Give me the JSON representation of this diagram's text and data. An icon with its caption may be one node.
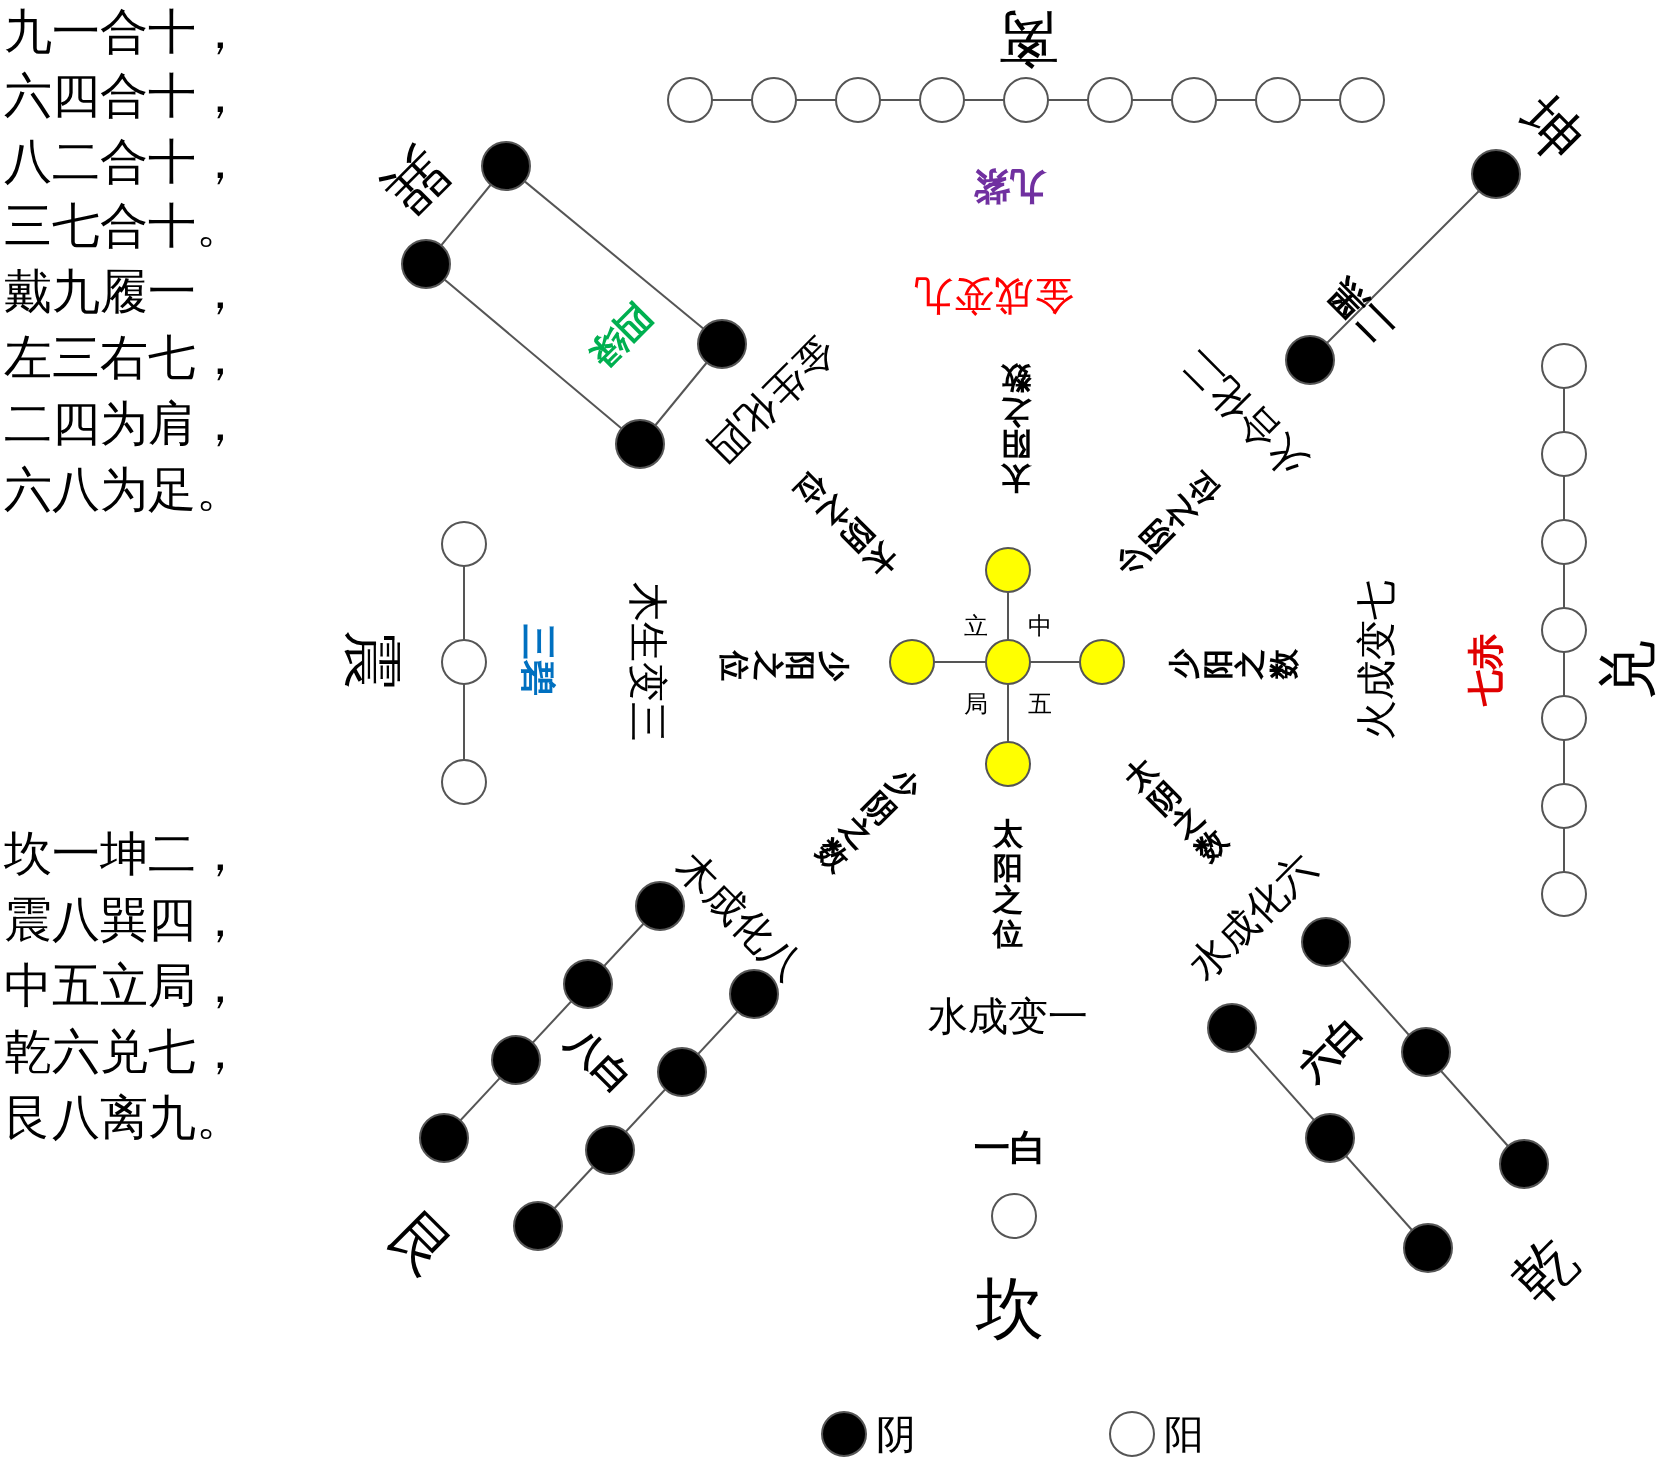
{
  "diagram": {
    "labels": [
      "九一合十，",
      "六四合十，",
      "八二合十，",
      "三七合十。",
      "戴九履一，",
      "左三右七，",
      "二四为肩，",
      "六八为足。",
      "坎一坤二，",
      "震八巽四，",
      "中五立局，",
      "乾六兑七，",
      "艮八离九。",
      "离",
      "巽",
      "坤",
      "九紫",
      "四绿",
      "二黑",
      "金成变九",
      "金生化四",
      "太阳之数",
      "火合化二",
      "太阴之位",
      "少阴之位",
      "震",
      "三碧",
      "木生变三",
      "少阳之位",
      "立",
      "中",
      "局",
      "五",
      "少阳之数",
      "火成变七",
      "七赤",
      "兑",
      "少阴之数",
      "太阴之数",
      "木成化八",
      "太阳之位",
      "水成化六",
      "水成变一",
      "八白",
      "六白",
      "一白",
      "艮",
      "乾",
      "坎"
    ],
    "legend": [
      {
        "text": "阴"
      },
      {
        "text": "阳"
      }
    ]
  }
}
